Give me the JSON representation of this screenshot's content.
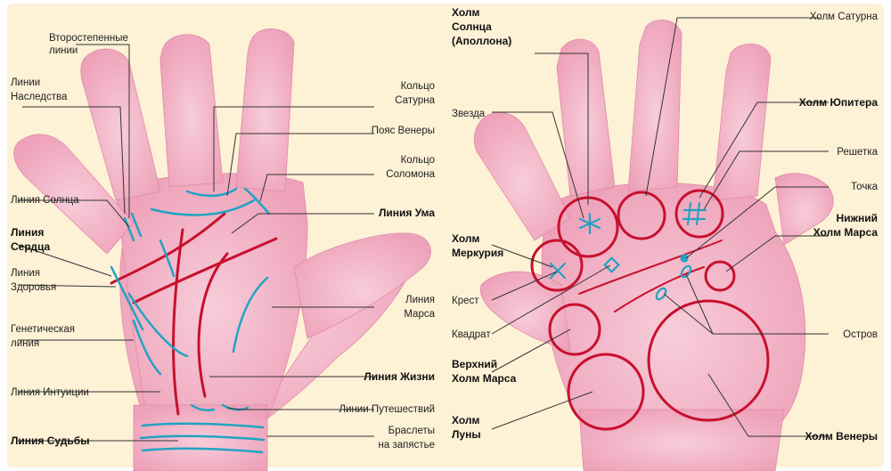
{
  "colors": {
    "background": "#fdf1d6",
    "skin": "#f2b6c8",
    "skin_shade": "#e08aa6",
    "main_line": "#c8102e",
    "minor_line": "#22a3c2",
    "leader": "#333333"
  },
  "left_hand": {
    "labels": [
      {
        "id": "secondary-lines",
        "lines": [
          "Второстепенные",
          "линии"
        ],
        "bold": false
      },
      {
        "id": "heredity-line",
        "lines": [
          "Линии",
          "Наследства"
        ],
        "bold": false
      },
      {
        "id": "ring-of-saturn",
        "lines": [
          "Кольцо",
          "Сатурна"
        ],
        "bold": false
      },
      {
        "id": "girdle-of-venus",
        "lines": [
          "Пояс Венеры"
        ],
        "bold": false
      },
      {
        "id": "ring-of-solomon",
        "lines": [
          "Кольцо",
          "Соломона"
        ],
        "bold": false
      },
      {
        "id": "sun-line",
        "lines": [
          "Линия Солнца"
        ],
        "bold": false
      },
      {
        "id": "head-line",
        "lines": [
          "Линия Ума"
        ],
        "bold": true
      },
      {
        "id": "heart-line",
        "lines": [
          "Линия",
          "Сердца"
        ],
        "bold": true
      },
      {
        "id": "health-line",
        "lines": [
          "Линия",
          "Здоровья"
        ],
        "bold": false
      },
      {
        "id": "mars-line",
        "lines": [
          "Линия",
          "Марса"
        ],
        "bold": false
      },
      {
        "id": "genetic-line",
        "lines": [
          "Генетическая",
          "линия"
        ],
        "bold": false
      },
      {
        "id": "life-line",
        "lines": [
          "Линия Жизни"
        ],
        "bold": true
      },
      {
        "id": "intuition-line",
        "lines": [
          "Линия Интуиции"
        ],
        "bold": false
      },
      {
        "id": "travel-lines",
        "lines": [
          "Линии Путешествий"
        ],
        "bold": false
      },
      {
        "id": "fate-line",
        "lines": [
          "Линия Судьбы"
        ],
        "bold": true
      },
      {
        "id": "wrist-bracelets",
        "lines": [
          "Браслеты",
          "на запястье"
        ],
        "bold": false
      }
    ]
  },
  "right_hand": {
    "labels": [
      {
        "id": "mount-of-sun",
        "lines": [
          "Холм",
          "Солнца",
          "(Аполлона)"
        ],
        "bold": true
      },
      {
        "id": "mount-of-saturn",
        "lines": [
          "Холм Сатурна"
        ],
        "bold": false
      },
      {
        "id": "star",
        "lines": [
          "Звезда"
        ],
        "bold": false
      },
      {
        "id": "mount-of-jupiter",
        "lines": [
          "Холм Юпитера"
        ],
        "bold": true
      },
      {
        "id": "grille",
        "lines": [
          "Решетка"
        ],
        "bold": false
      },
      {
        "id": "dot",
        "lines": [
          "Точка"
        ],
        "bold": false
      },
      {
        "id": "mount-of-mercury",
        "lines": [
          "Холм",
          "Меркурия"
        ],
        "bold": true
      },
      {
        "id": "lower-mount-of-mars",
        "lines": [
          "Нижний",
          "Холм Марса"
        ],
        "bold": true
      },
      {
        "id": "cross",
        "lines": [
          "Крест"
        ],
        "bold": false
      },
      {
        "id": "square",
        "lines": [
          "Квадрат"
        ],
        "bold": false
      },
      {
        "id": "island",
        "lines": [
          "Остров"
        ],
        "bold": false
      },
      {
        "id": "upper-mount-of-mars",
        "lines": [
          "Верхний",
          "Холм Марса"
        ],
        "bold": true
      },
      {
        "id": "mount-of-moon",
        "lines": [
          "Холм",
          "Луны"
        ],
        "bold": true
      },
      {
        "id": "mount-of-venus",
        "lines": [
          "Холм Венеры"
        ],
        "bold": true
      }
    ]
  }
}
